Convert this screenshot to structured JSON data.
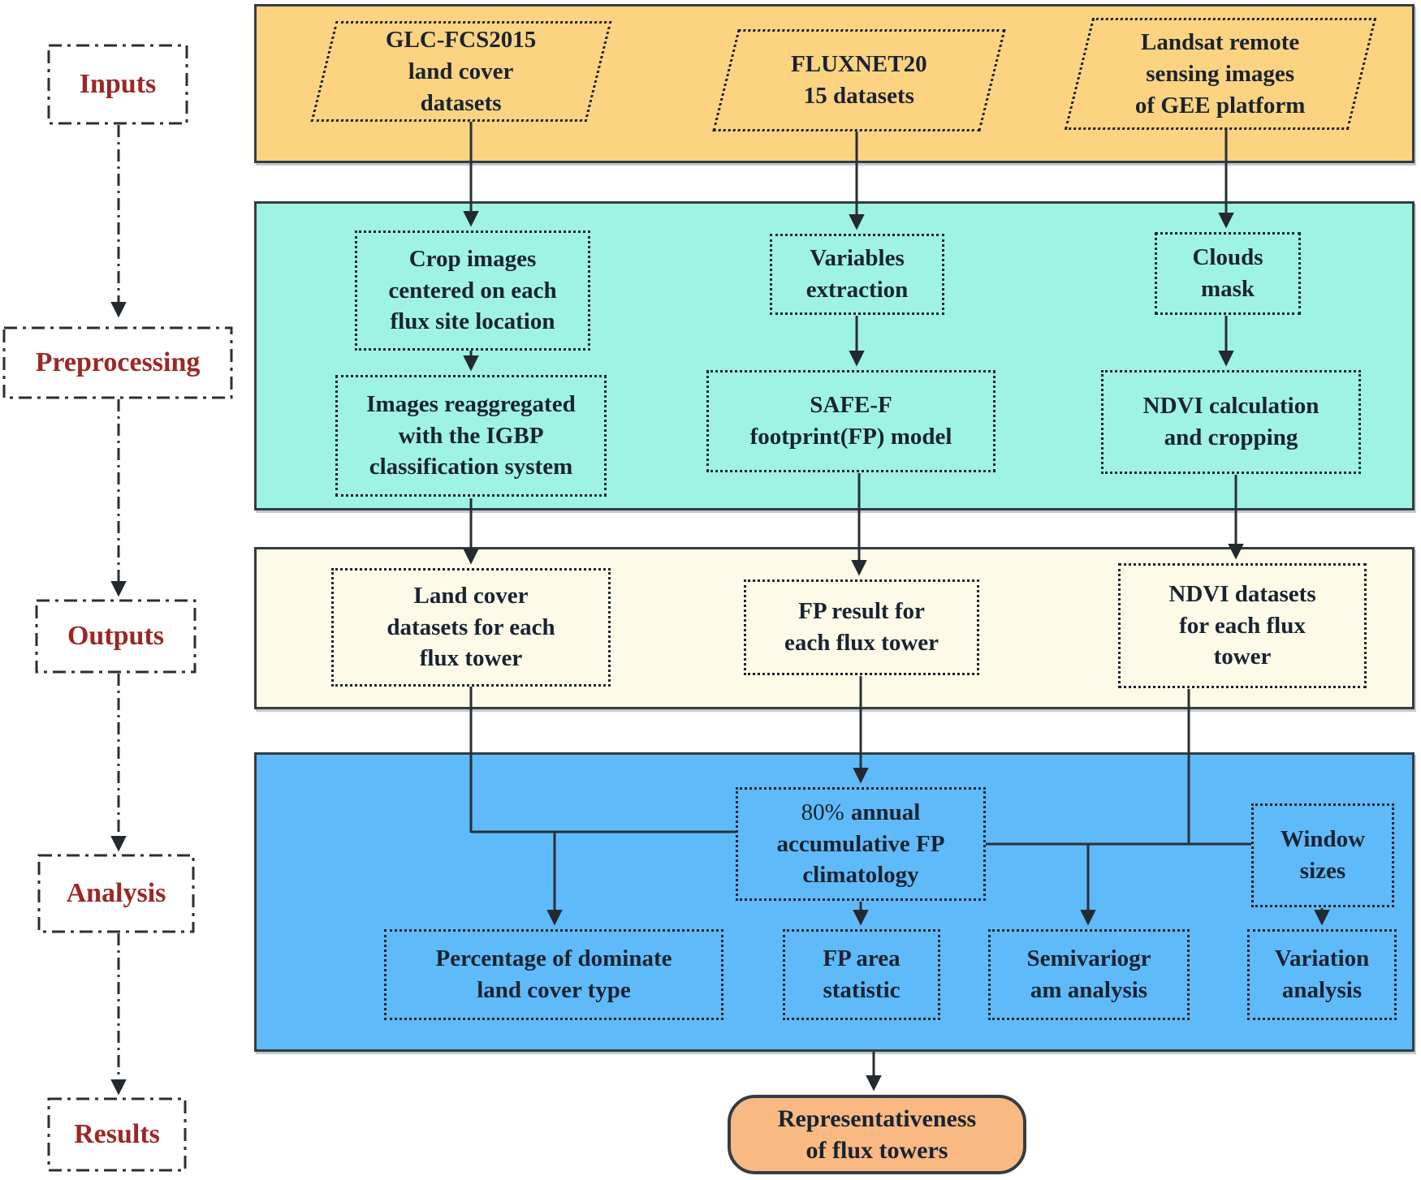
{
  "palette": {
    "inputs_band": "#FBD381",
    "preprocessing_band": "#9FF3E2",
    "outputs_band": "#FDFBE8",
    "analysis_band": "#5FBAFA",
    "result_box": "#F8BA82",
    "stage_label_text": "#9b2726",
    "box_text": "#1a2330",
    "connector": "#2a2f35"
  },
  "stages": [
    {
      "label": "Inputs"
    },
    {
      "label": "Preprocessing"
    },
    {
      "label": "Outputs"
    },
    {
      "label": "Analysis"
    },
    {
      "label": "Results"
    }
  ],
  "inputs": {
    "glc": "GLC-FCS2015\nland cover\ndatasets",
    "fluxnet": "FLUXNET20\n15 datasets",
    "landsat": "Landsat remote\nsensing images\nof GEE platform"
  },
  "preprocessing": {
    "crop": "Crop images\ncentered on each\nflux site location",
    "variables": "Variables\nextraction",
    "clouds": "Clouds\nmask",
    "reaggregate": "Images reaggregated\nwith the IGBP\nclassification system",
    "safef": "SAFE-F\nfootprint(FP) model",
    "ndvi_calc": "NDVI calculation\nand cropping"
  },
  "outputs": {
    "landcover": "Land cover\ndatasets for each\nflux tower",
    "fp_result": "FP result for\neach flux tower",
    "ndvi_datasets": "NDVI datasets\nfor each flux\ntower"
  },
  "analysis": {
    "fp_climatology_prefix": "80%",
    "fp_climatology": "annual\naccumulative FP\nclimatology",
    "window_sizes": "Window\nsizes",
    "dominate": "Percentage of dominate\nland cover type",
    "fp_area": "FP area\nstatistic",
    "semivariogram": "Semivariogr\nam analysis",
    "variation": "Variation\nanalysis"
  },
  "results": {
    "representativeness": "Representativeness\nof flux towers"
  }
}
